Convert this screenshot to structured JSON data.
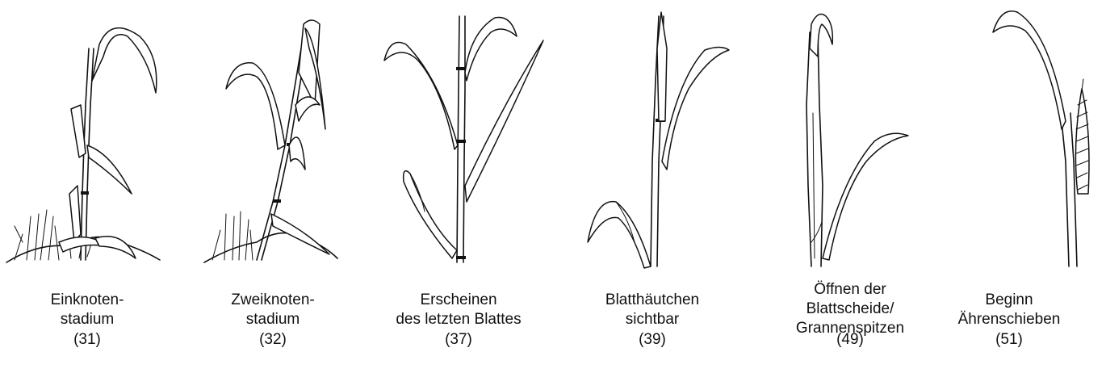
{
  "stages": [
    {
      "label": [
        "Einknoten-",
        "stadium"
      ],
      "code": "(31)",
      "icon": "plant-one-node-stage-drawing"
    },
    {
      "label": [
        "Zweiknoten-",
        "stadium"
      ],
      "code": "(32)",
      "icon": "plant-two-node-stage-drawing"
    },
    {
      "label": [
        "Erscheinen",
        "des letzten Blattes"
      ],
      "code": "(37)",
      "icon": "plant-flag-leaf-emergence-drawing"
    },
    {
      "label": [
        "Blatthäutchen",
        "sichtbar"
      ],
      "code": "(39)",
      "icon": "plant-ligule-visible-drawing"
    },
    {
      "label": [
        "Öffnen der",
        "Blattscheide/",
        "Grannenspitzen"
      ],
      "code": "(49)",
      "icon": "plant-awns-visible-drawing"
    },
    {
      "label": [
        "Beginn",
        "Ährenschieben"
      ],
      "code": "(51)",
      "icon": "plant-heading-start-drawing"
    }
  ]
}
